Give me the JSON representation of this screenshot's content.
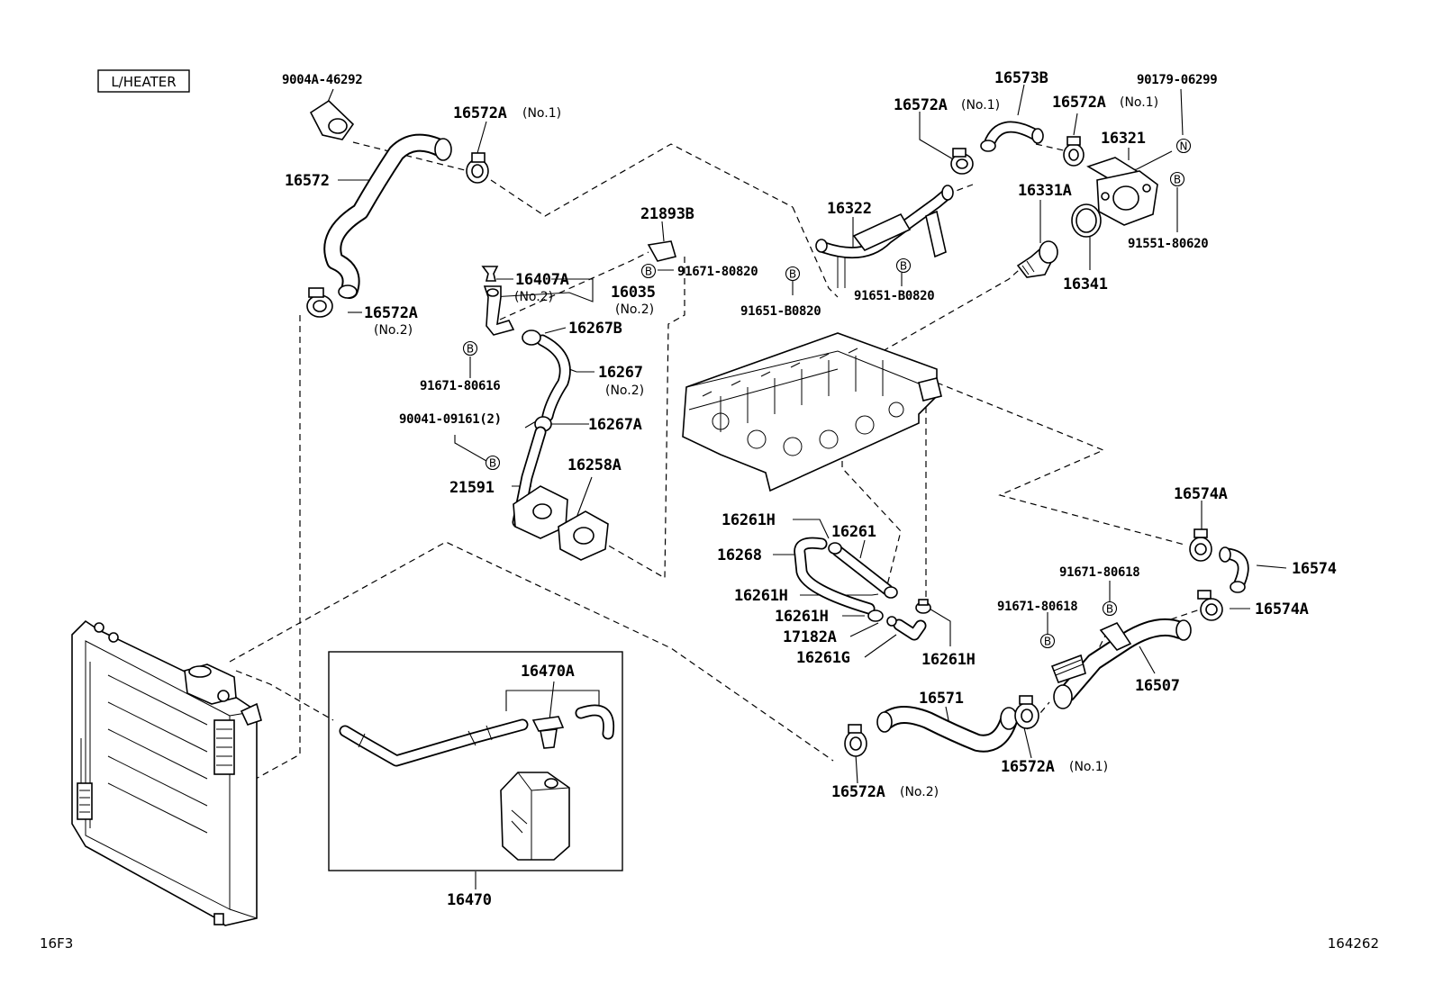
{
  "header": {
    "tag": "L/HEATER"
  },
  "footer": {
    "left_code": "16F3",
    "right_code": "164262"
  },
  "marks": {
    "b": "B",
    "n": "N"
  },
  "labels": [
    {
      "id": "lbl-9004a-46292",
      "text": "9004A-46292"
    },
    {
      "id": "lbl-16572a-no1-top",
      "text": "16572A",
      "sub": "(No.1)"
    },
    {
      "id": "lbl-16572",
      "text": "16572"
    },
    {
      "id": "lbl-16572a-no2-left",
      "text": "16572A",
      "sub": "(No.2)"
    },
    {
      "id": "lbl-21893b",
      "text": "21893B"
    },
    {
      "id": "lbl-91671-80820",
      "text": "91671-80820"
    },
    {
      "id": "lbl-16407a",
      "text": "16407A",
      "sub": "(No.2)"
    },
    {
      "id": "lbl-16035",
      "text": "16035",
      "sub": "(No.2)"
    },
    {
      "id": "lbl-16267b",
      "text": "16267B"
    },
    {
      "id": "lbl-91671-80616",
      "text": "91671-80616"
    },
    {
      "id": "lbl-16267",
      "text": "16267",
      "sub": "(No.2)"
    },
    {
      "id": "lbl-90041-09161",
      "text": "90041-09161(2)"
    },
    {
      "id": "lbl-16267a",
      "text": "16267A"
    },
    {
      "id": "lbl-16258a",
      "text": "16258A"
    },
    {
      "id": "lbl-21591",
      "text": "21591"
    },
    {
      "id": "lbl-16573b",
      "text": "16573B"
    },
    {
      "id": "lbl-16572a-no1-mid",
      "text": "16572A",
      "sub": "(No.1)"
    },
    {
      "id": "lbl-16572a-no1-right",
      "text": "16572A",
      "sub": "(No.1)"
    },
    {
      "id": "lbl-90179-06299",
      "text": "90179-06299"
    },
    {
      "id": "lbl-16321",
      "text": "16321"
    },
    {
      "id": "lbl-16322",
      "text": "16322"
    },
    {
      "id": "lbl-16331a",
      "text": "16331A"
    },
    {
      "id": "lbl-91551-80620",
      "text": "91551-80620"
    },
    {
      "id": "lbl-16341",
      "text": "16341"
    },
    {
      "id": "lbl-91651-b0820-a",
      "text": "91651-B0820"
    },
    {
      "id": "lbl-91651-b0820-b",
      "text": "91651-B0820"
    },
    {
      "id": "lbl-16261h-a",
      "text": "16261H"
    },
    {
      "id": "lbl-16261",
      "text": "16261"
    },
    {
      "id": "lbl-16268",
      "text": "16268"
    },
    {
      "id": "lbl-16261h-b",
      "text": "16261H"
    },
    {
      "id": "lbl-16261h-c",
      "text": "16261H"
    },
    {
      "id": "lbl-17182a",
      "text": "17182A"
    },
    {
      "id": "lbl-16261g",
      "text": "16261G"
    },
    {
      "id": "lbl-16261h-d",
      "text": "16261H"
    },
    {
      "id": "lbl-16574a-top",
      "text": "16574A"
    },
    {
      "id": "lbl-16574",
      "text": "16574"
    },
    {
      "id": "lbl-91671-80618-a",
      "text": "91671-80618"
    },
    {
      "id": "lbl-91671-80618-b",
      "text": "91671-80618"
    },
    {
      "id": "lbl-16574a-bottom",
      "text": "16574A"
    },
    {
      "id": "lbl-16507",
      "text": "16507"
    },
    {
      "id": "lbl-16571",
      "text": "16571"
    },
    {
      "id": "lbl-16572a-no1-bottom",
      "text": "16572A",
      "sub": "(No.1)"
    },
    {
      "id": "lbl-16572a-no2-bottom",
      "text": "16572A",
      "sub": "(No.2)"
    },
    {
      "id": "lbl-16470a",
      "text": "16470A"
    },
    {
      "id": "lbl-16470",
      "text": "16470"
    }
  ]
}
